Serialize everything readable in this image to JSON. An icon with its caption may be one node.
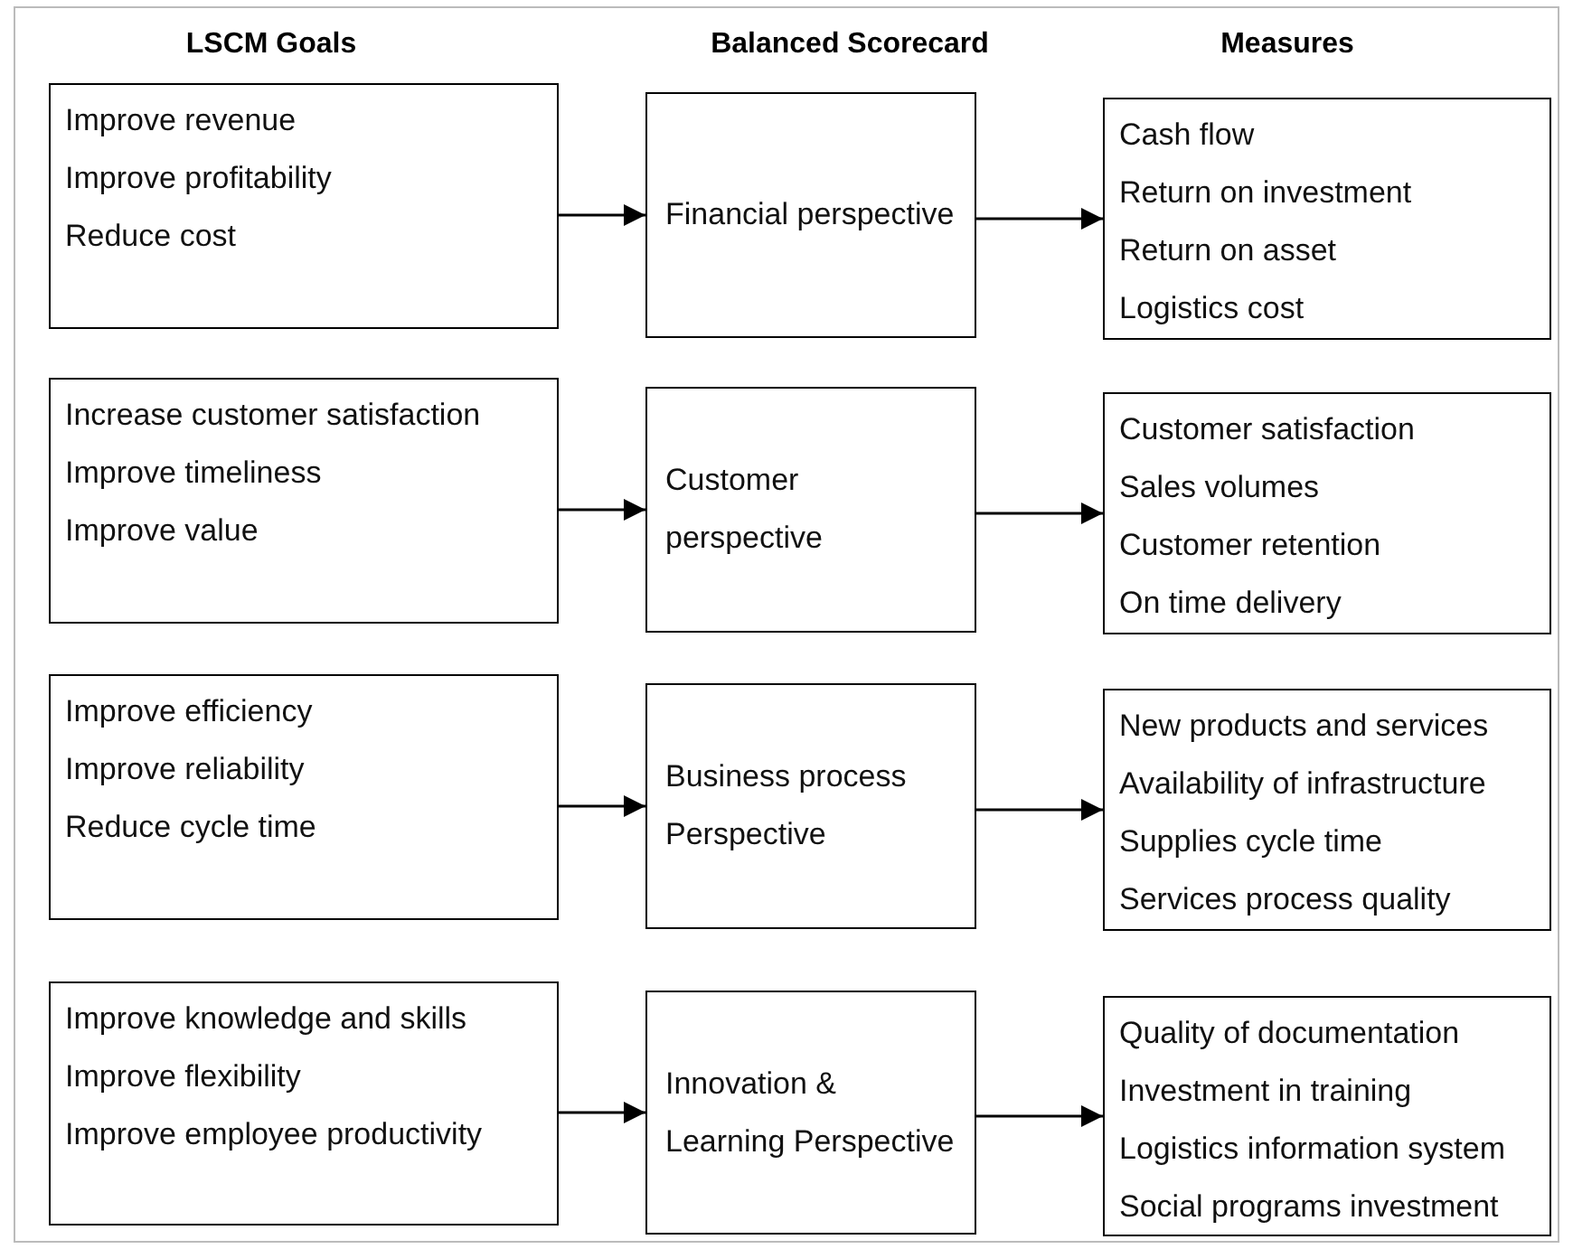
{
  "diagram": {
    "nodes": [
      {
        "text": [
          "Improve revenue",
          "Improve profitability",
          "Reduce cost"
        ]
      },
      {
        "text": [
          "Financial perspective"
        ]
      },
      {
        "text": [
          "Cash flow",
          "Return on investment",
          "Return on asset",
          "Logistics cost"
        ]
      },
      {
        "text": [
          "Increase customer satisfaction",
          "Improve timeliness",
          "Improve value"
        ]
      },
      {
        "text": [
          "Customer perspective"
        ]
      },
      {
        "text": [
          "Customer satisfaction",
          "Sales volumes",
          "Customer retention",
          "On time delivery"
        ]
      },
      {
        "text": [
          "Improve efficiency",
          "Improve reliability",
          "Reduce cycle time"
        ]
      },
      {
        "text": [
          "Business process Perspective"
        ]
      },
      {
        "text": [
          "New products and services",
          "Availability of infrastructure",
          "Supplies cycle time",
          "Services process quality"
        ]
      },
      {
        "text": [
          "Improve knowledge and skills",
          "Improve flexibility",
          "Improve employee productivity"
        ]
      },
      {
        "text": [
          "Innovation & Learning Perspective"
        ]
      },
      {
        "text": [
          "Quality of documentation",
          "Investment in training",
          "Logistics information system",
          "Social programs investment"
        ]
      }
    ],
    "edges": [
      {
        "from": 0,
        "to": 1,
        "arrow": "to"
      },
      {
        "from": 1,
        "to": 2,
        "arrow": "to"
      },
      {
        "from": 3,
        "to": 4,
        "arrow": "to"
      },
      {
        "from": 4,
        "to": 5,
        "arrow": "to"
      },
      {
        "from": 6,
        "to": 7,
        "arrow": "to"
      },
      {
        "from": 7,
        "to": 8,
        "arrow": "to"
      },
      {
        "from": 9,
        "to": 10,
        "arrow": "to"
      },
      {
        "from": 10,
        "to": 11,
        "arrow": "to"
      }
    ],
    "labels": [
      "LSCM Goals",
      "Balanced Scorecard",
      "Measures"
    ]
  }
}
